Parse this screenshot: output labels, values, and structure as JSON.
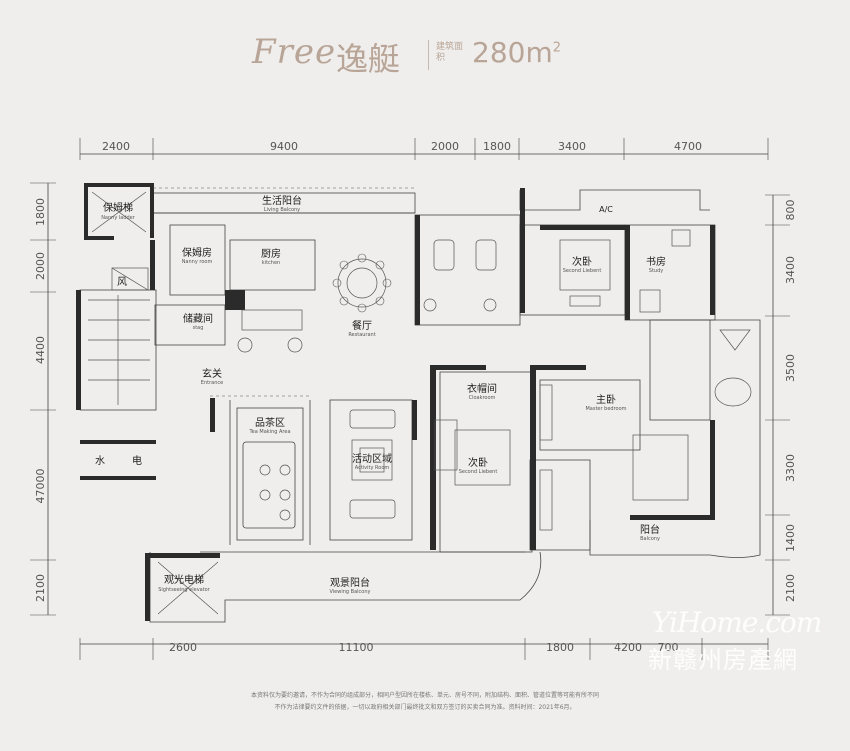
{
  "header": {
    "brand_script": "Free",
    "brand_cn": "逸艇",
    "area_label": "建筑面积",
    "area_value": "280m",
    "area_sup": "2"
  },
  "dimensions": {
    "top": [
      "2400",
      "9400",
      "2000",
      "1800",
      "3400",
      "4700"
    ],
    "bottom": [
      "2600",
      "11100",
      "1800",
      "4200",
      "700"
    ],
    "left": [
      "1800",
      "2000",
      "4400",
      "47000",
      "2100"
    ],
    "right": [
      "800",
      "3400",
      "3500",
      "3300",
      "1400",
      "2100"
    ]
  },
  "rooms": {
    "nanny_lift": {
      "cn": "保姆梯",
      "en": "Nanny ladder"
    },
    "living_balcony": {
      "cn": "生活阳台",
      "en": "Living Balcony"
    },
    "nanny_room": {
      "cn": "保姆房",
      "en": "Nanny room"
    },
    "kitchen": {
      "cn": "厨房",
      "en": "kitchen"
    },
    "storage": {
      "cn": "储藏间",
      "en": "stag"
    },
    "wind": {
      "cn": "风"
    },
    "restaurant": {
      "cn": "餐厅",
      "en": "Restaurant"
    },
    "entrance": {
      "cn": "玄关",
      "en": "Entrance"
    },
    "tea_area": {
      "cn": "品茶区",
      "en": "Tea Making Area"
    },
    "activity_area": {
      "cn": "活动区域",
      "en": "Activity Room"
    },
    "water": {
      "cn": "水"
    },
    "electric": {
      "cn": "电"
    },
    "sightseeing_elevator": {
      "cn": "观光电梯",
      "en": "Sightseeing elevator"
    },
    "viewing_balcony": {
      "cn": "观景阳台",
      "en": "Viewing Balcony"
    },
    "cloakroom": {
      "cn": "衣帽间",
      "en": "Cloakroom"
    },
    "second_bedroom_a": {
      "cn": "次卧",
      "en": "Second Liebent"
    },
    "second_bedroom_b": {
      "cn": "次卧",
      "en": "Second Liebent"
    },
    "study": {
      "cn": "书房",
      "en": "Study"
    },
    "ac": {
      "cn": "A/C"
    },
    "master_bedroom": {
      "cn": "主卧",
      "en": "Master bedroom"
    },
    "balcony": {
      "cn": "阳台",
      "en": "Balcony"
    }
  },
  "disclaimer": {
    "line1": "本资料仅为要约邀请，不作为合同的组成部分，相同户型因所在楼栋、单元、房号不同，附加结构、面积、管道位置等可能有所不同",
    "line2": "不作为法律要约文件的依据，一切以政府相关部门最终批文和双方签订的买卖合同为准。资料时间：2021年6月。"
  },
  "watermark": {
    "en": "YiHome.com",
    "cn": "新赣州房產網"
  },
  "colors": {
    "background": "#efeeec",
    "accent": "#b9a597",
    "wall": "#2b2b2b"
  }
}
